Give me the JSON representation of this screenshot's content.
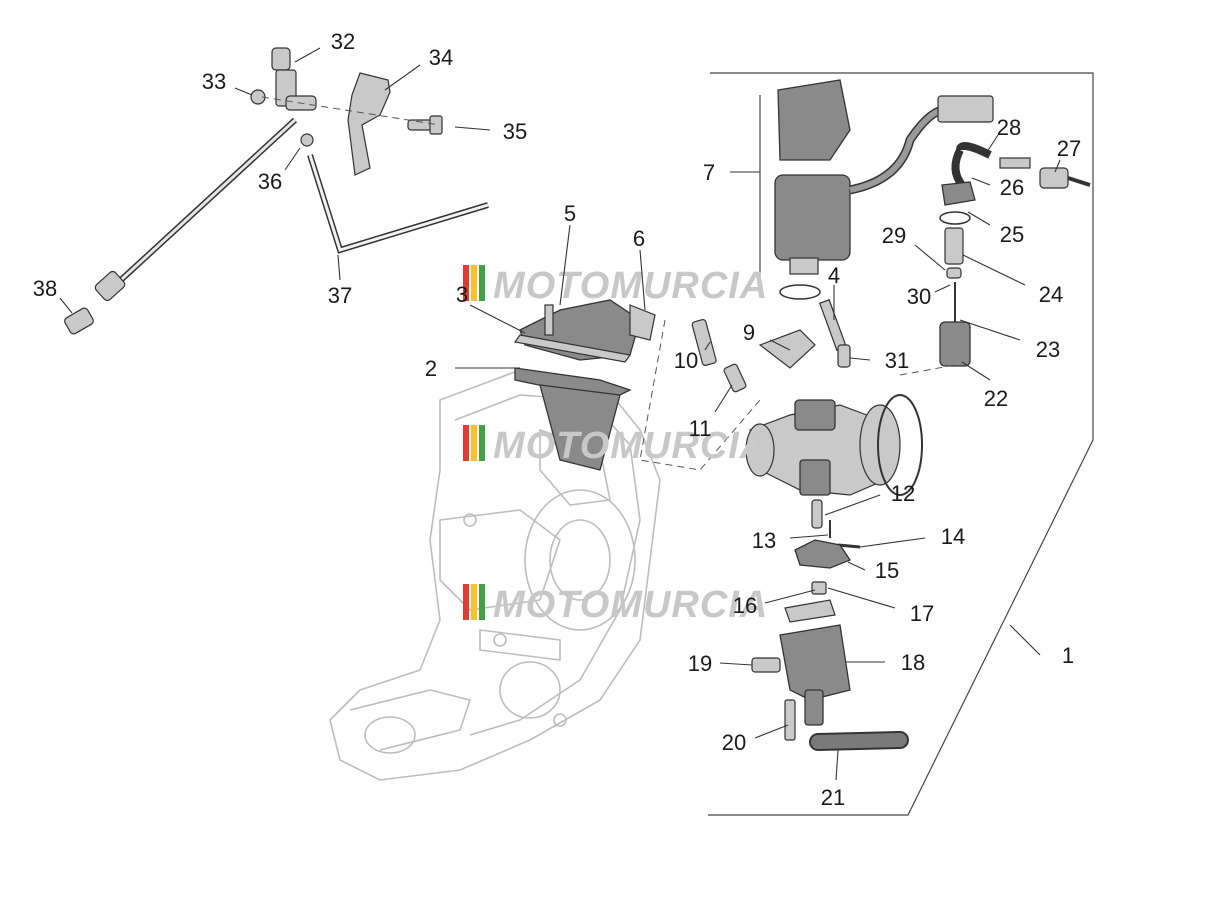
{
  "diagram": {
    "watermark": "MOTOMURCIA",
    "watermark_colors": [
      "#e53935",
      "#fbc02d",
      "#43a047"
    ],
    "labels": [
      "1",
      "2",
      "3",
      "4",
      "5",
      "6",
      "7",
      "9",
      "10",
      "11",
      "12",
      "13",
      "14",
      "15",
      "16",
      "17",
      "18",
      "19",
      "20",
      "21",
      "22",
      "23",
      "24",
      "25",
      "26",
      "27",
      "28",
      "29",
      "30",
      "31",
      "32",
      "33",
      "34",
      "35",
      "36",
      "37",
      "38"
    ]
  }
}
